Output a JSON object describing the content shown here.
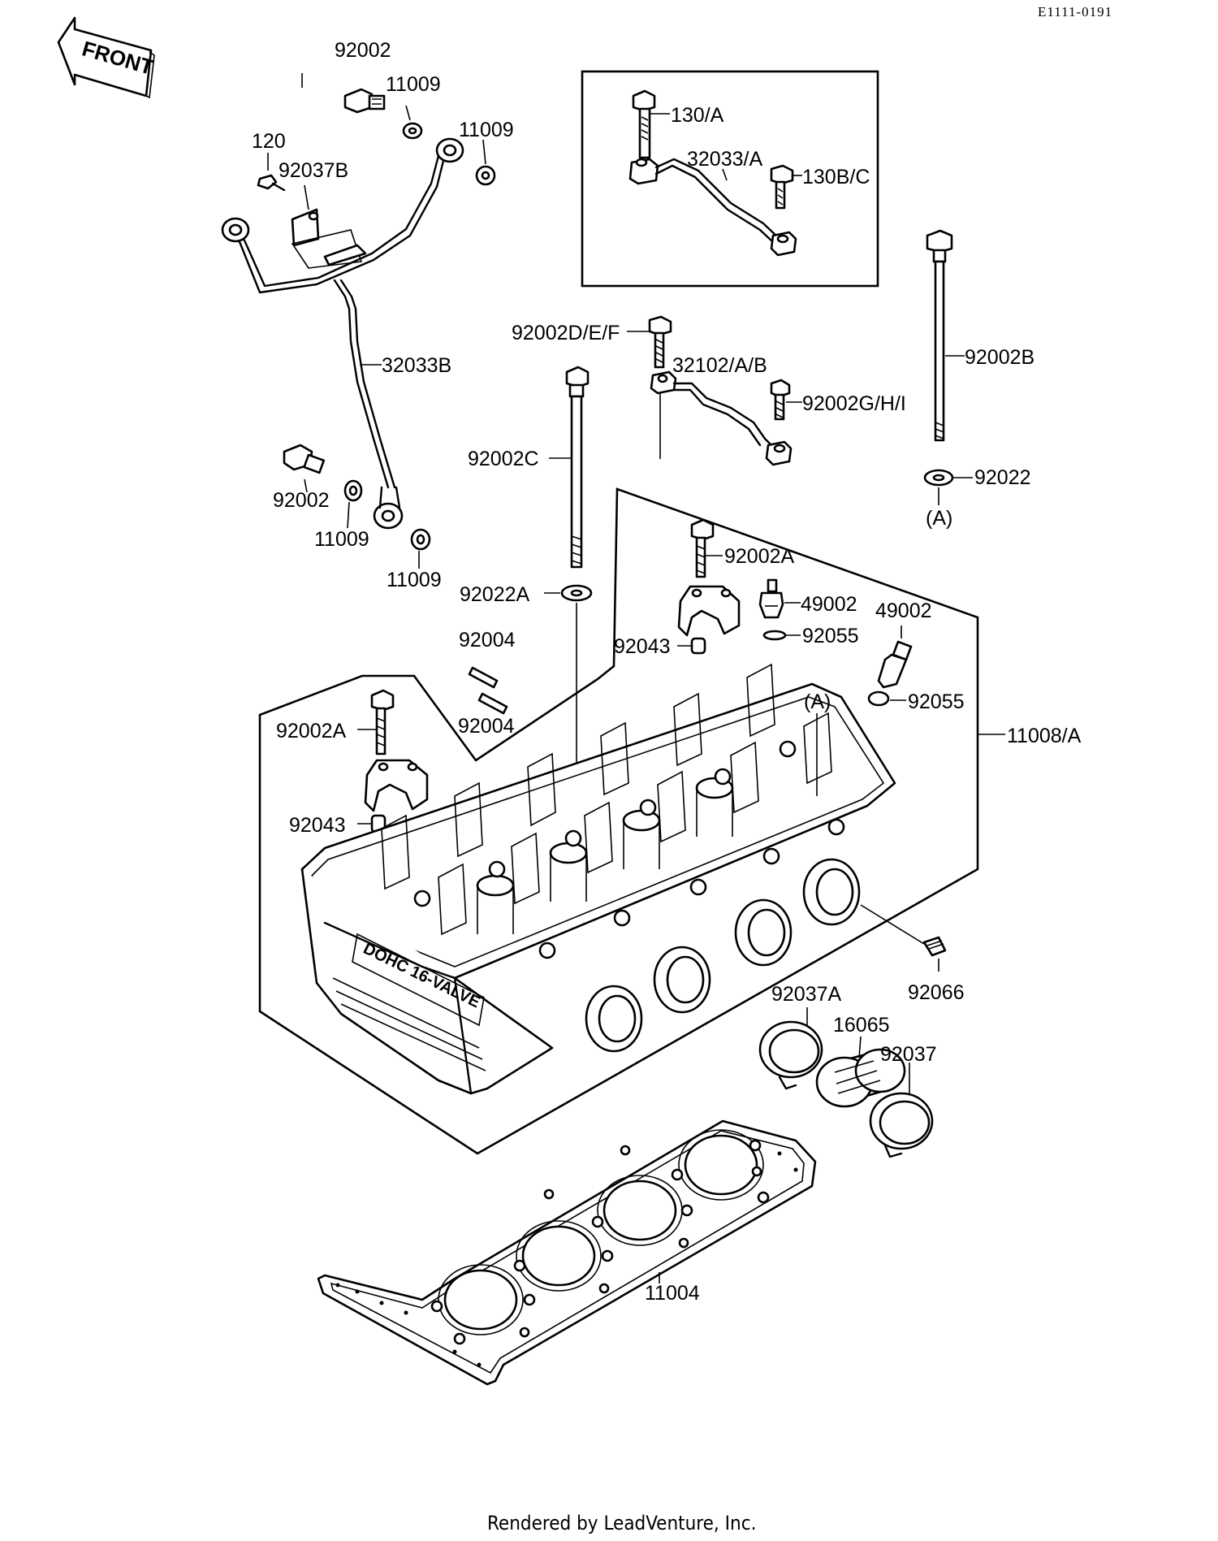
{
  "drawing_code": "E1111-0191",
  "front_marker": "FRONT",
  "engraving": "DOHC 16-VALVE",
  "credit": "Rendered by LeadVenture, Inc.",
  "labels": {
    "l_92002_top": "92002",
    "l_11009_a": "11009",
    "l_11009_b": "11009",
    "l_120": "120",
    "l_92037B": "92037B",
    "l_32033B": "32033B",
    "l_92002_left": "92002",
    "l_11009_c": "11009",
    "l_11009_d": "11009",
    "l_130A": "130/A",
    "l_32033A": "32033/A",
    "l_130BC": "130B/C",
    "l_92002DEF": "92002D/E/F",
    "l_32102AB": "32102/A/B",
    "l_92002GHI": "92002G/H/I",
    "l_92002B": "92002B",
    "l_92022": "92022",
    "l_A_right": "(A)",
    "l_92002C": "92002C",
    "l_92002A_r": "92002A",
    "l_49002_a": "49002",
    "l_92055_a": "92055",
    "l_49002_b": "49002",
    "l_92022A": "92022A",
    "l_92043_r": "92043",
    "l_92004_a": "92004",
    "l_92004_b": "92004",
    "l_92055_b": "92055",
    "l_A_head": "(A)",
    "l_11008A": "11008/A",
    "l_92002A_l": "92002A",
    "l_92043_l": "92043",
    "l_92066": "92066",
    "l_92037A": "92037A",
    "l_16065": "16065",
    "l_92037": "92037",
    "l_11004": "11004"
  }
}
